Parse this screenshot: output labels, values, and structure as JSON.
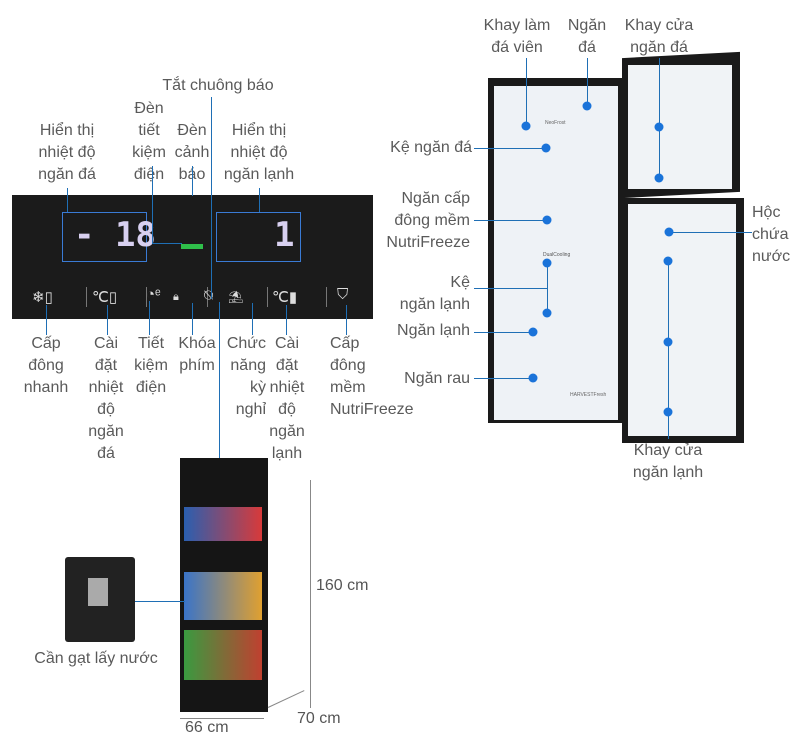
{
  "panel": {
    "freezer_display": "- 18",
    "fridge_display": "1",
    "top_labels": {
      "alarm_off": "Tắt chuông báo",
      "eco_light": "Đèn\ntiết\nkiệm\nđiện",
      "warning_light": "Đèn\ncảnh\nbáo",
      "freezer_temp_display": "Hiển thị\nnhiệt độ\nngăn đá",
      "fridge_temp_display": "Hiển thị\nnhiệt độ\nngăn lạnh"
    },
    "bottom_labels": {
      "quick_freeze": "Cấp\nđông\nnhanh",
      "freezer_temp_set": "Cài\nđặt\nnhiệt\nđộ\nngăn\nđá",
      "eco": "Tiết\nkiệm\nđiện",
      "key_lock": "Khóa\nphím",
      "holiday": "Chức\nnăng\nkỳ\nnghỉ",
      "fridge_temp_set": "Cài\nđặt\nnhiệt\nđộ\nngăn\nlạnh",
      "nutrifreeze": "Cấp\nđông\nmềm\nNutriFreeze"
    },
    "icons": [
      "snowflake-icon",
      "freezer-temp-icon",
      "eco-icon",
      "lock-icon",
      "bell-off-icon",
      "holiday-icon",
      "fridge-temp-icon",
      "nutrifreeze-icon"
    ]
  },
  "fridge_open": {
    "ice_tray": "Khay làm\nđá viên",
    "freezer": "Ngăn\nđá",
    "freezer_door_tray": "Khay cửa\nngăn đá",
    "freezer_shelf": "Kệ ngăn đá",
    "nutrifreeze_drawer": "Ngăn cấp\nđông mềm\nNutriFreeze",
    "fridge_shelf": "Kệ\nngăn lạnh",
    "fridge": "Ngăn lạnh",
    "vegetable_drawer": "Ngăn rau",
    "water_tank": "Hộc\nchứa\nnước",
    "fridge_door_tray": "Khay cửa\nngăn lạnh",
    "inner_brands": [
      "NeoFrost",
      "DualCooling",
      "HARVESTFresh"
    ]
  },
  "product": {
    "dispenser_lever": "Cần gạt lấy nước",
    "height": "160 cm",
    "width": "66 cm",
    "depth": "70 cm"
  },
  "colors": {
    "accent": "#1a73d9",
    "line": "#1f6fb5",
    "panel": "#1b1b1b",
    "fridge_body": "#1a1a1a"
  }
}
